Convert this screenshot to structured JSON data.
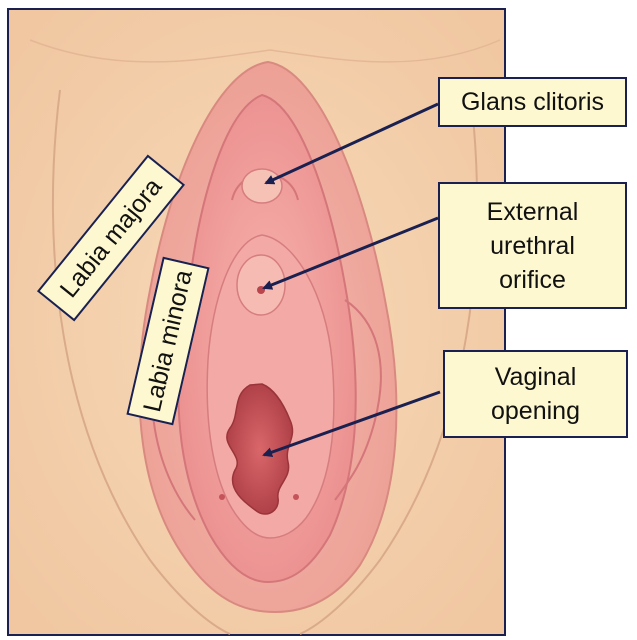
{
  "labels": {
    "glans_clitoris": "Glans clitoris",
    "external_urethral_orifice": "External\nurethral\norifice",
    "vaginal_opening": "Vaginal\nopening",
    "labia_majora": "Labia majora",
    "labia_minora": "Labia minora"
  },
  "colors": {
    "frame": "#1a2151",
    "label_fill": "#fdf8d0",
    "skin": "#f6d4b2",
    "outer_tissue": "#f2b9a6",
    "inner_tissue": "#ef9e98",
    "vestibule": "#f4a8a4",
    "opening": "#c04a4e"
  }
}
